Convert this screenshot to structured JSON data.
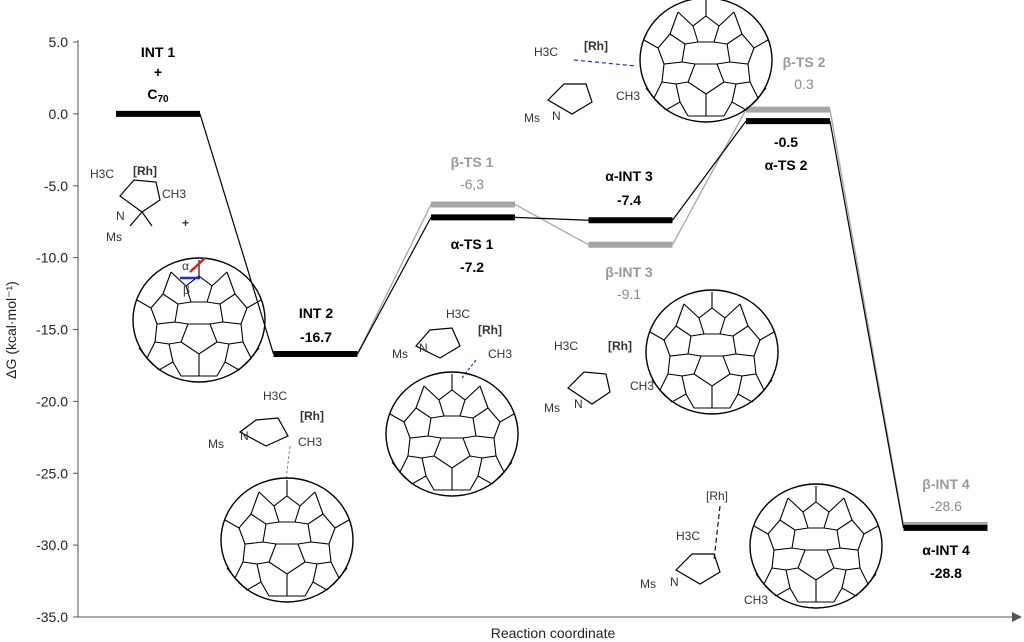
{
  "chart_data": {
    "type": "line",
    "title": "",
    "xlabel": "Reaction coordinate",
    "ylabel": "ΔG (kcal·mol⁻¹)",
    "ylim": [
      -35,
      5
    ],
    "yticks": [
      "5.0",
      "0.0",
      "-5.0",
      "-10.0",
      "-15.0",
      "-20.0",
      "-25.0",
      "-30.0",
      "-35.0"
    ],
    "ytick_values": [
      5,
      0,
      -5,
      -10,
      -15,
      -20,
      -25,
      -30,
      -35
    ],
    "x_positions": [
      0,
      1,
      2,
      3,
      4,
      5
    ],
    "series": [
      {
        "pathway": "alpha",
        "color": "#000000",
        "levels": [
          {
            "label": "INT 1 + C70",
            "x": 0,
            "value": 0.0
          },
          {
            "label": "INT 2",
            "x": 1,
            "value": -16.7
          },
          {
            "label": "α-TS 1",
            "x": 2,
            "value": -7.2
          },
          {
            "label": "α-INT 3",
            "x": 3,
            "value": -7.4
          },
          {
            "label": "α-TS 2",
            "x": 4,
            "value": -0.5
          },
          {
            "label": "α-INT 4",
            "x": 5,
            "value": -28.8
          }
        ]
      },
      {
        "pathway": "beta",
        "color": "#a6a6a6",
        "levels": [
          {
            "label": "INT 1 + C70",
            "x": 0,
            "value": 0.0
          },
          {
            "label": "INT 2",
            "x": 1,
            "value": -16.7
          },
          {
            "label": "β-TS 1",
            "x": 2,
            "value": -6.3
          },
          {
            "label": "β-INT 3",
            "x": 3,
            "value": -9.1
          },
          {
            "label": "β-TS 2",
            "x": 4,
            "value": 0.3
          },
          {
            "label": "β-INT 4",
            "x": 5,
            "value": -28.6
          }
        ]
      }
    ],
    "labels": {
      "int1_line1": "INT 1",
      "int1_plus": "+",
      "int1_c": "C",
      "int1_sub": "70",
      "int2_name": "INT 2",
      "int2_val": "-16.7",
      "bts1_name": "β-TS 1",
      "bts1_val": "-6,3",
      "ats1_name": "α-TS 1",
      "ats1_val": "-7.2",
      "aint3_name": "α-INT 3",
      "aint3_val": "-7.4",
      "bint3_name": "β-INT 3",
      "bint3_val": "-9.1",
      "bts2_name": "β-TS 2",
      "bts2_val": "0.3",
      "ats2_val": "-0.5",
      "ats2_name": "α-TS 2",
      "bint4_name": "β-INT 4",
      "bint4_val": "-28.6",
      "aint4_name": "α-INT 4",
      "aint4_val": "-28.8"
    },
    "structure_text": {
      "rh": "[Rh]",
      "h3c": "H3C",
      "ch3": "CH3",
      "n": "N",
      "ms": "Ms",
      "plus": "+",
      "alpha": "α",
      "beta": "β"
    }
  }
}
